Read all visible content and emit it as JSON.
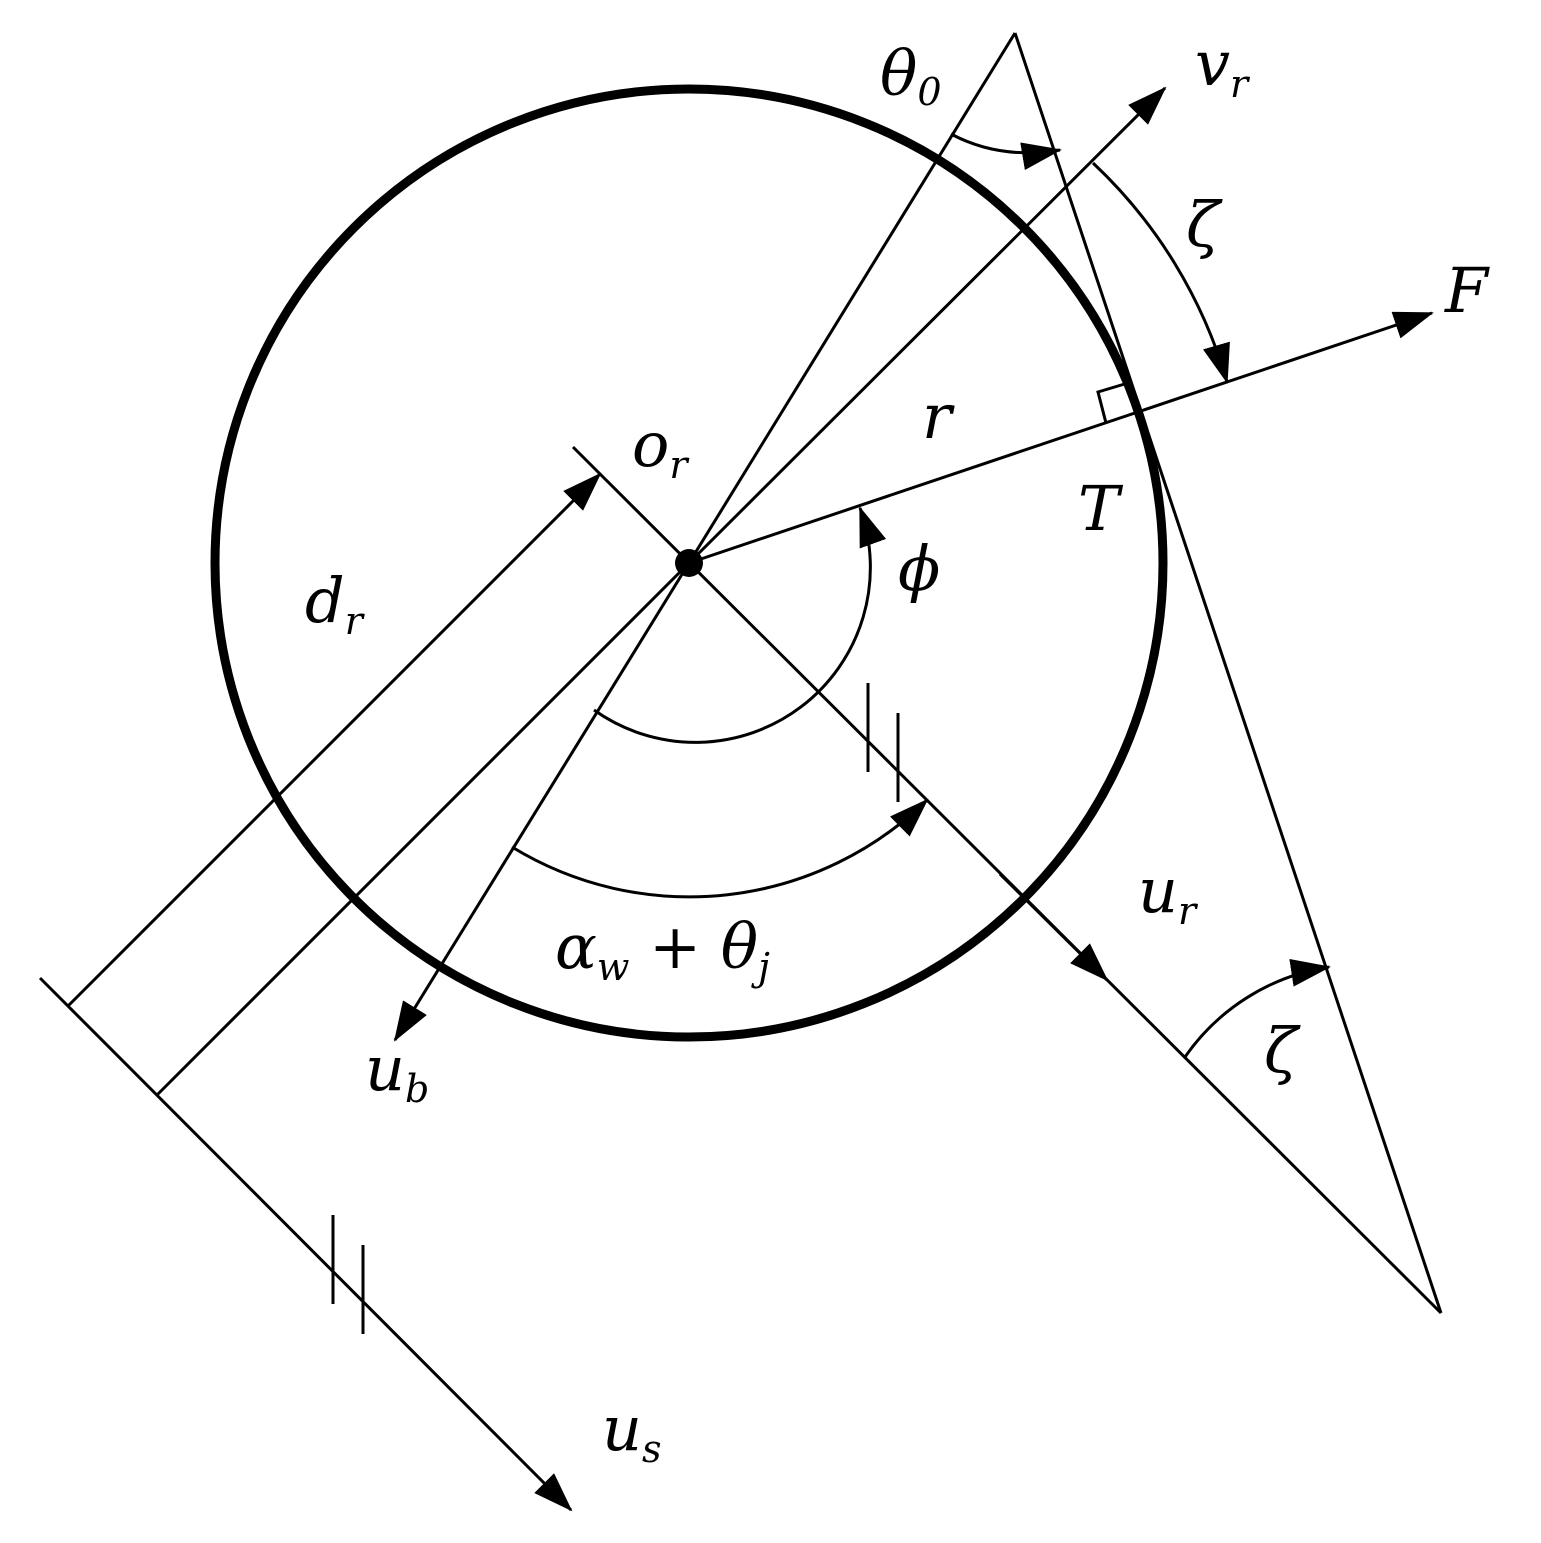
{
  "colors": {
    "ink": "#000000",
    "background": "#ffffff"
  },
  "labels": {
    "theta0": {
      "base": "θ",
      "sub": "0"
    },
    "vr": {
      "base": "v",
      "sub": "r"
    },
    "zeta_top": {
      "base": "ζ"
    },
    "F": {
      "base": "F"
    },
    "r": {
      "base": "r"
    },
    "or": {
      "base": "o",
      "sub": "r"
    },
    "T": {
      "base": "T"
    },
    "phi": {
      "base": "ϕ"
    },
    "dr": {
      "base": "d",
      "sub": "r"
    },
    "ur": {
      "base": "u",
      "sub": "r"
    },
    "zeta_bottom": {
      "base": "ζ"
    },
    "alpha": {
      "base": "α",
      "sub1": "w",
      "plus": " + θ",
      "sub2": "j"
    },
    "ub": {
      "base": "u",
      "sub": "b"
    },
    "us": {
      "base": "u",
      "sub": "s"
    }
  }
}
